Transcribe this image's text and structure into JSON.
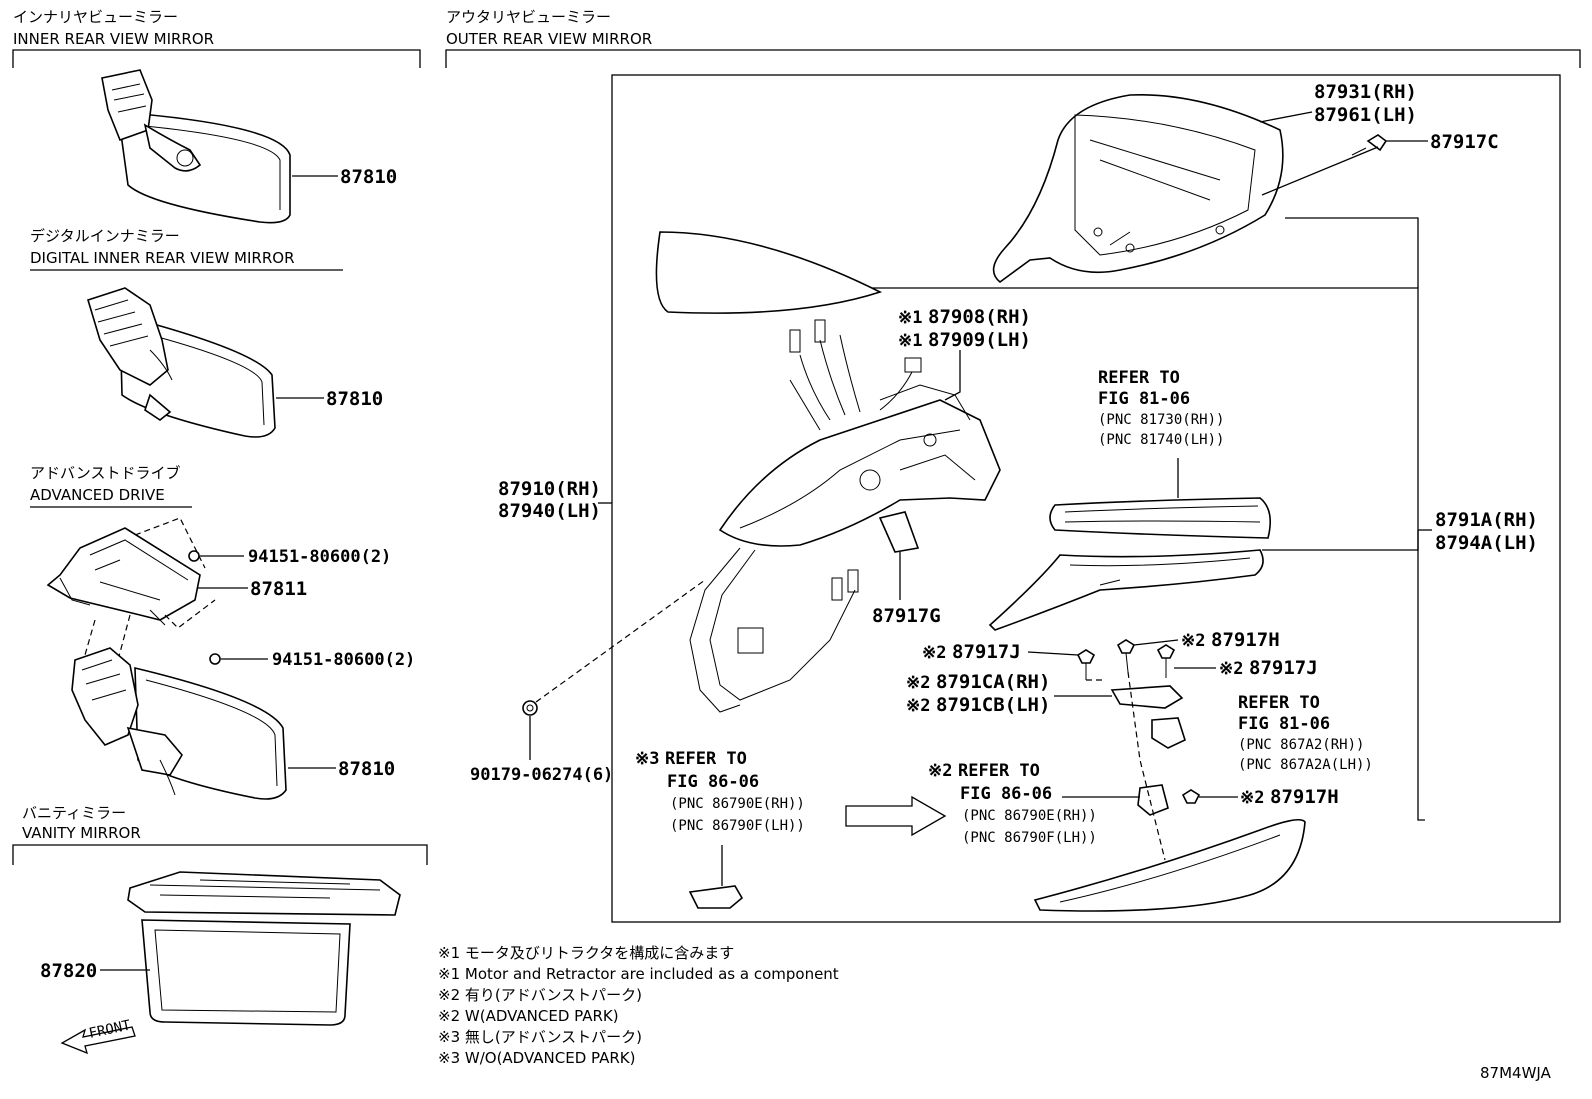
{
  "sections": {
    "inner_mirror": {
      "jp": "インナリヤビューミラー",
      "en": "INNER REAR VIEW MIRROR"
    },
    "outer_mirror": {
      "jp": "アウタリヤビューミラー",
      "en": "OUTER REAR VIEW MIRROR"
    },
    "digital_mirror": {
      "jp": "デジタルインナミラー",
      "en": "DIGITAL INNER REAR VIEW MIRROR"
    },
    "advanced_drive": {
      "jp": "アドバンストドライブ",
      "en": "ADVANCED DRIVE"
    },
    "vanity_mirror": {
      "jp": "バニティミラー",
      "en": "VANITY MIRROR"
    }
  },
  "parts": {
    "p87810a": "87810",
    "p87810b": "87810",
    "p87810c": "87810",
    "p94151a": "94151-80600(2)",
    "p87811": "87811",
    "p94151b": "94151-80600(2)",
    "p87820": "87820",
    "front": "FRONT",
    "p87931": "87931(RH)",
    "p87961": "87961(LH)",
    "p87917c": "87917C",
    "p87908_mark": "※1",
    "p87908": "87908(RH)",
    "p87909_mark": "※1",
    "p87909": "87909(LH)",
    "p87910": "87910(RH)",
    "p87940": "87940(LH)",
    "p87917g": "87917G",
    "p8791a": "8791A(RH)",
    "p8794a": "8794A(LH)",
    "p87917j_a_mark": "※2",
    "p87917j_a": "87917J",
    "p87917h_a_mark": "※2",
    "p87917h_a": "87917H",
    "p87917j_b_mark": "※2",
    "p87917j_b": "87917J",
    "p8791ca_mark": "※2",
    "p8791ca": "8791CA(RH)",
    "p8791cb_mark": "※2",
    "p8791cb": "8791CB(LH)",
    "p90179": "90179-06274(6)",
    "p87917h_b_mark": "※2",
    "p87917h_b": "87917H"
  },
  "refs": {
    "r1": {
      "title": "REFER TO",
      "fig": "FIG 81-06",
      "pnc1": "(PNC 81730(RH))",
      "pnc2": "(PNC 81740(LH))"
    },
    "r2": {
      "title": "REFER TO",
      "fig": "FIG 81-06",
      "pnc1": "(PNC 867A2(RH))",
      "pnc2": "(PNC 867A2A(LH))"
    },
    "r3": {
      "mark": "※3",
      "title": "REFER TO",
      "fig": "FIG 86-06",
      "pnc1": "(PNC 86790E(RH))",
      "pnc2": "(PNC 86790F(LH))"
    },
    "r4": {
      "mark": "※2",
      "title": "REFER TO",
      "fig": "FIG 86-06",
      "pnc1": "(PNC 86790E(RH))",
      "pnc2": "(PNC 86790F(LH))"
    }
  },
  "notes": [
    "※1 モータ及びリトラクタを構成に含みます",
    "※1 Motor and Retractor are included as a component",
    "※2 有り(アドバンストパーク)",
    "※2 W(ADVANCED PARK)",
    "※3 無し(アドバンストパーク)",
    "※3 W/O(ADVANCED PARK)"
  ],
  "diagram_code": "87M4WJA"
}
